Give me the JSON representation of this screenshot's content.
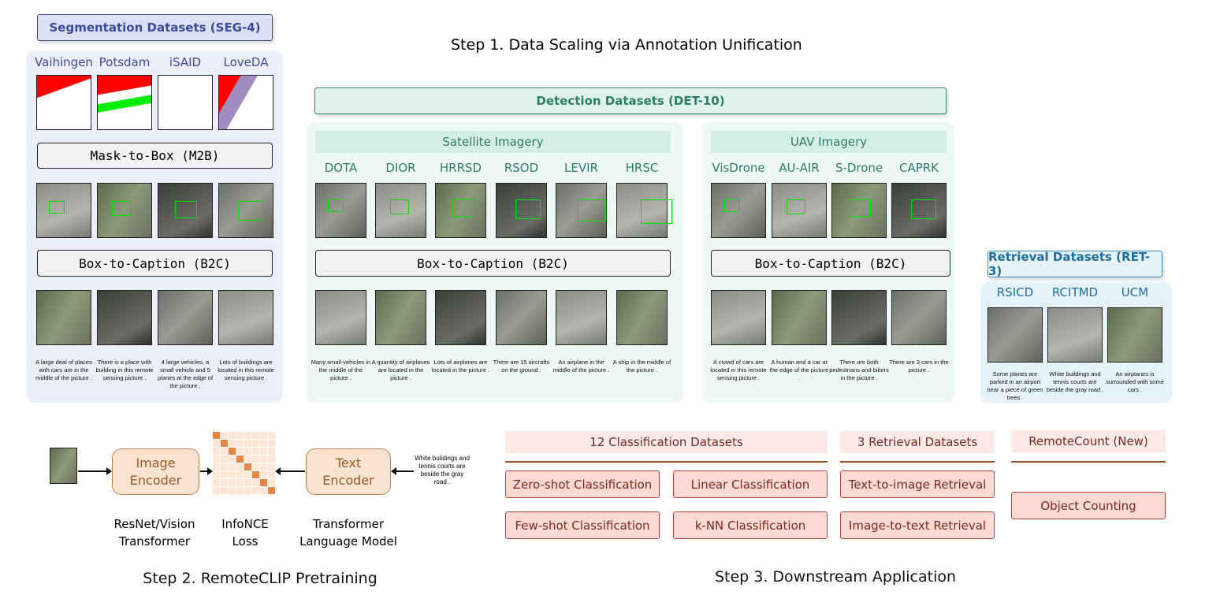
{
  "step1": "Step 1. Data Scaling via Annotation Unification",
  "step2": "Step 2. RemoteCLIP Pretraining",
  "step3": "Step 3. Downstream Application",
  "seg": {
    "title": "Segmentation Datasets (SEG-4)",
    "names": [
      "Vaihingen",
      "Potsdam",
      "iSAID",
      "LoveDA"
    ],
    "m2b": "Mask-to-Box (M2B)",
    "b2c": "Box-to-Caption (B2C)",
    "captions": [
      "A large deal of places with cars are in the middle of the picture .",
      "There is a place with building in this remote sensing picture .",
      "4 large vehicles, a small vehicle and 5 planes at the edge of the picture .",
      "Lots of buildings are located in this remote sensing picture ."
    ]
  },
  "det": {
    "title": "Detection Datasets (DET-10)",
    "satellite": {
      "header": "Satellite Imagery",
      "names": [
        "DOTA",
        "DIOR",
        "HRRSD",
        "RSOD",
        "LEVIR",
        "HRSC"
      ],
      "b2c": "Box-to-Caption (B2C)",
      "captions": [
        "Many small-vehicles in the middle of the picture .",
        "A quantity of airplanes are located in the picture .",
        "Lots of airplanes are located in the picture .",
        "There are 15 aircrafts on the ground .",
        "An airplane in the middle of the picture .",
        "A ship in the middle of the picture ."
      ]
    },
    "uav": {
      "header": "UAV Imagery",
      "names": [
        "VisDrone",
        "AU-AIR",
        "S-Drone",
        "CAPRK"
      ],
      "b2c": "Box-to-Caption (B2C)",
      "captions": [
        "A crowd of cars are located in this remote sensing picture .",
        "A human and a car at the edge of the picture .",
        "There are both pedestrians and bikers in the picture .",
        "There are 3 cars in the picture ."
      ]
    }
  },
  "ret": {
    "title": "Retrieval Datasets (RET-3)",
    "names": [
      "RSICD",
      "RCITMD",
      "UCM"
    ],
    "captions": [
      "Some planes are parked in an airport near a piece of green trees .",
      "White buildings and tennis courts are beside the gray road .",
      "An airplanes is surrounded with some cars ."
    ]
  },
  "pretrain": {
    "image_encoder": "Image Encoder",
    "text_encoder": "Text Encoder",
    "input_caption": "White buildings and tennis courts are beside the gray road .",
    "image_label": "ResNet/Vision Transformer",
    "loss_label": "InfoNCE Loss",
    "text_label": "Transformer Language Model"
  },
  "downstream": {
    "cls_header": "12 Classification Datasets",
    "ret_header": "3 Retrieval Datasets",
    "count_header": "RemoteCount (New)",
    "tasks": [
      "Zero-shot Classification",
      "Linear Classification",
      "Few-shot Classification",
      "k-NN Classification",
      "Text-to-image Retrieval",
      "Image-to-text Retrieval",
      "Object Counting"
    ]
  }
}
